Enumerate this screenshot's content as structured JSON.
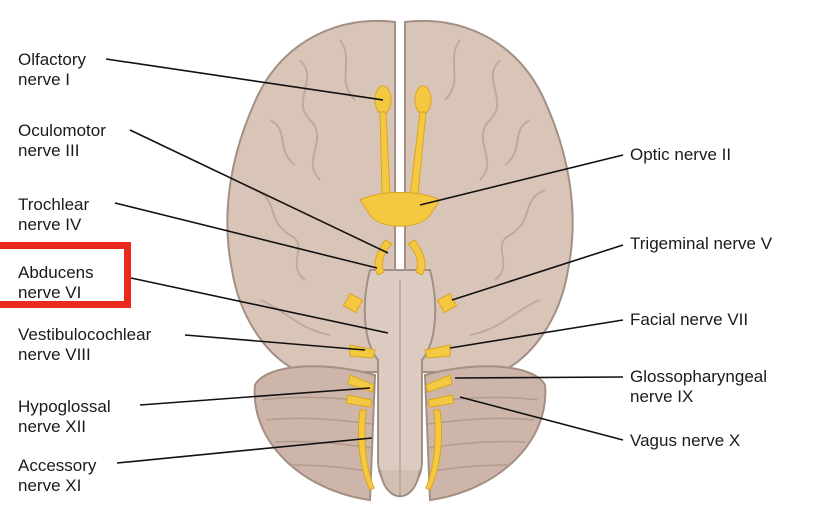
{
  "labels": {
    "olfactory": {
      "line1": "Olfactory",
      "line2": "nerve I"
    },
    "oculomotor": {
      "line1": "Oculomotor",
      "line2": "nerve III"
    },
    "trochlear": {
      "line1": "Trochlear",
      "line2": "nerve IV"
    },
    "abducens": {
      "line1": "Abducens",
      "line2": "nerve VI"
    },
    "vestibulocochlear": {
      "line1": "Vestibulocochlear",
      "line2": "nerve VIII"
    },
    "hypoglossal": {
      "line1": "Hypoglossal",
      "line2": "nerve XII"
    },
    "accessory": {
      "line1": "Accessory",
      "line2": "nerve XI"
    },
    "optic": {
      "line1": "Optic nerve II"
    },
    "trigeminal": {
      "line1": "Trigeminal nerve V"
    },
    "facial": {
      "line1": "Facial nerve VII"
    },
    "glossopharyngeal": {
      "line1": "Glossopharyngeal",
      "line2": "nerve IX"
    },
    "vagus": {
      "line1": "Vagus nerve X"
    }
  },
  "highlighted": "abducens",
  "colors": {
    "brain": "#d7c3b6",
    "brain_outline": "#a38f84",
    "cerebellum": "#c9b2a5",
    "nerve": "#f5c842",
    "leader_line": "#111111",
    "highlight_box": "#ea2a1f"
  }
}
